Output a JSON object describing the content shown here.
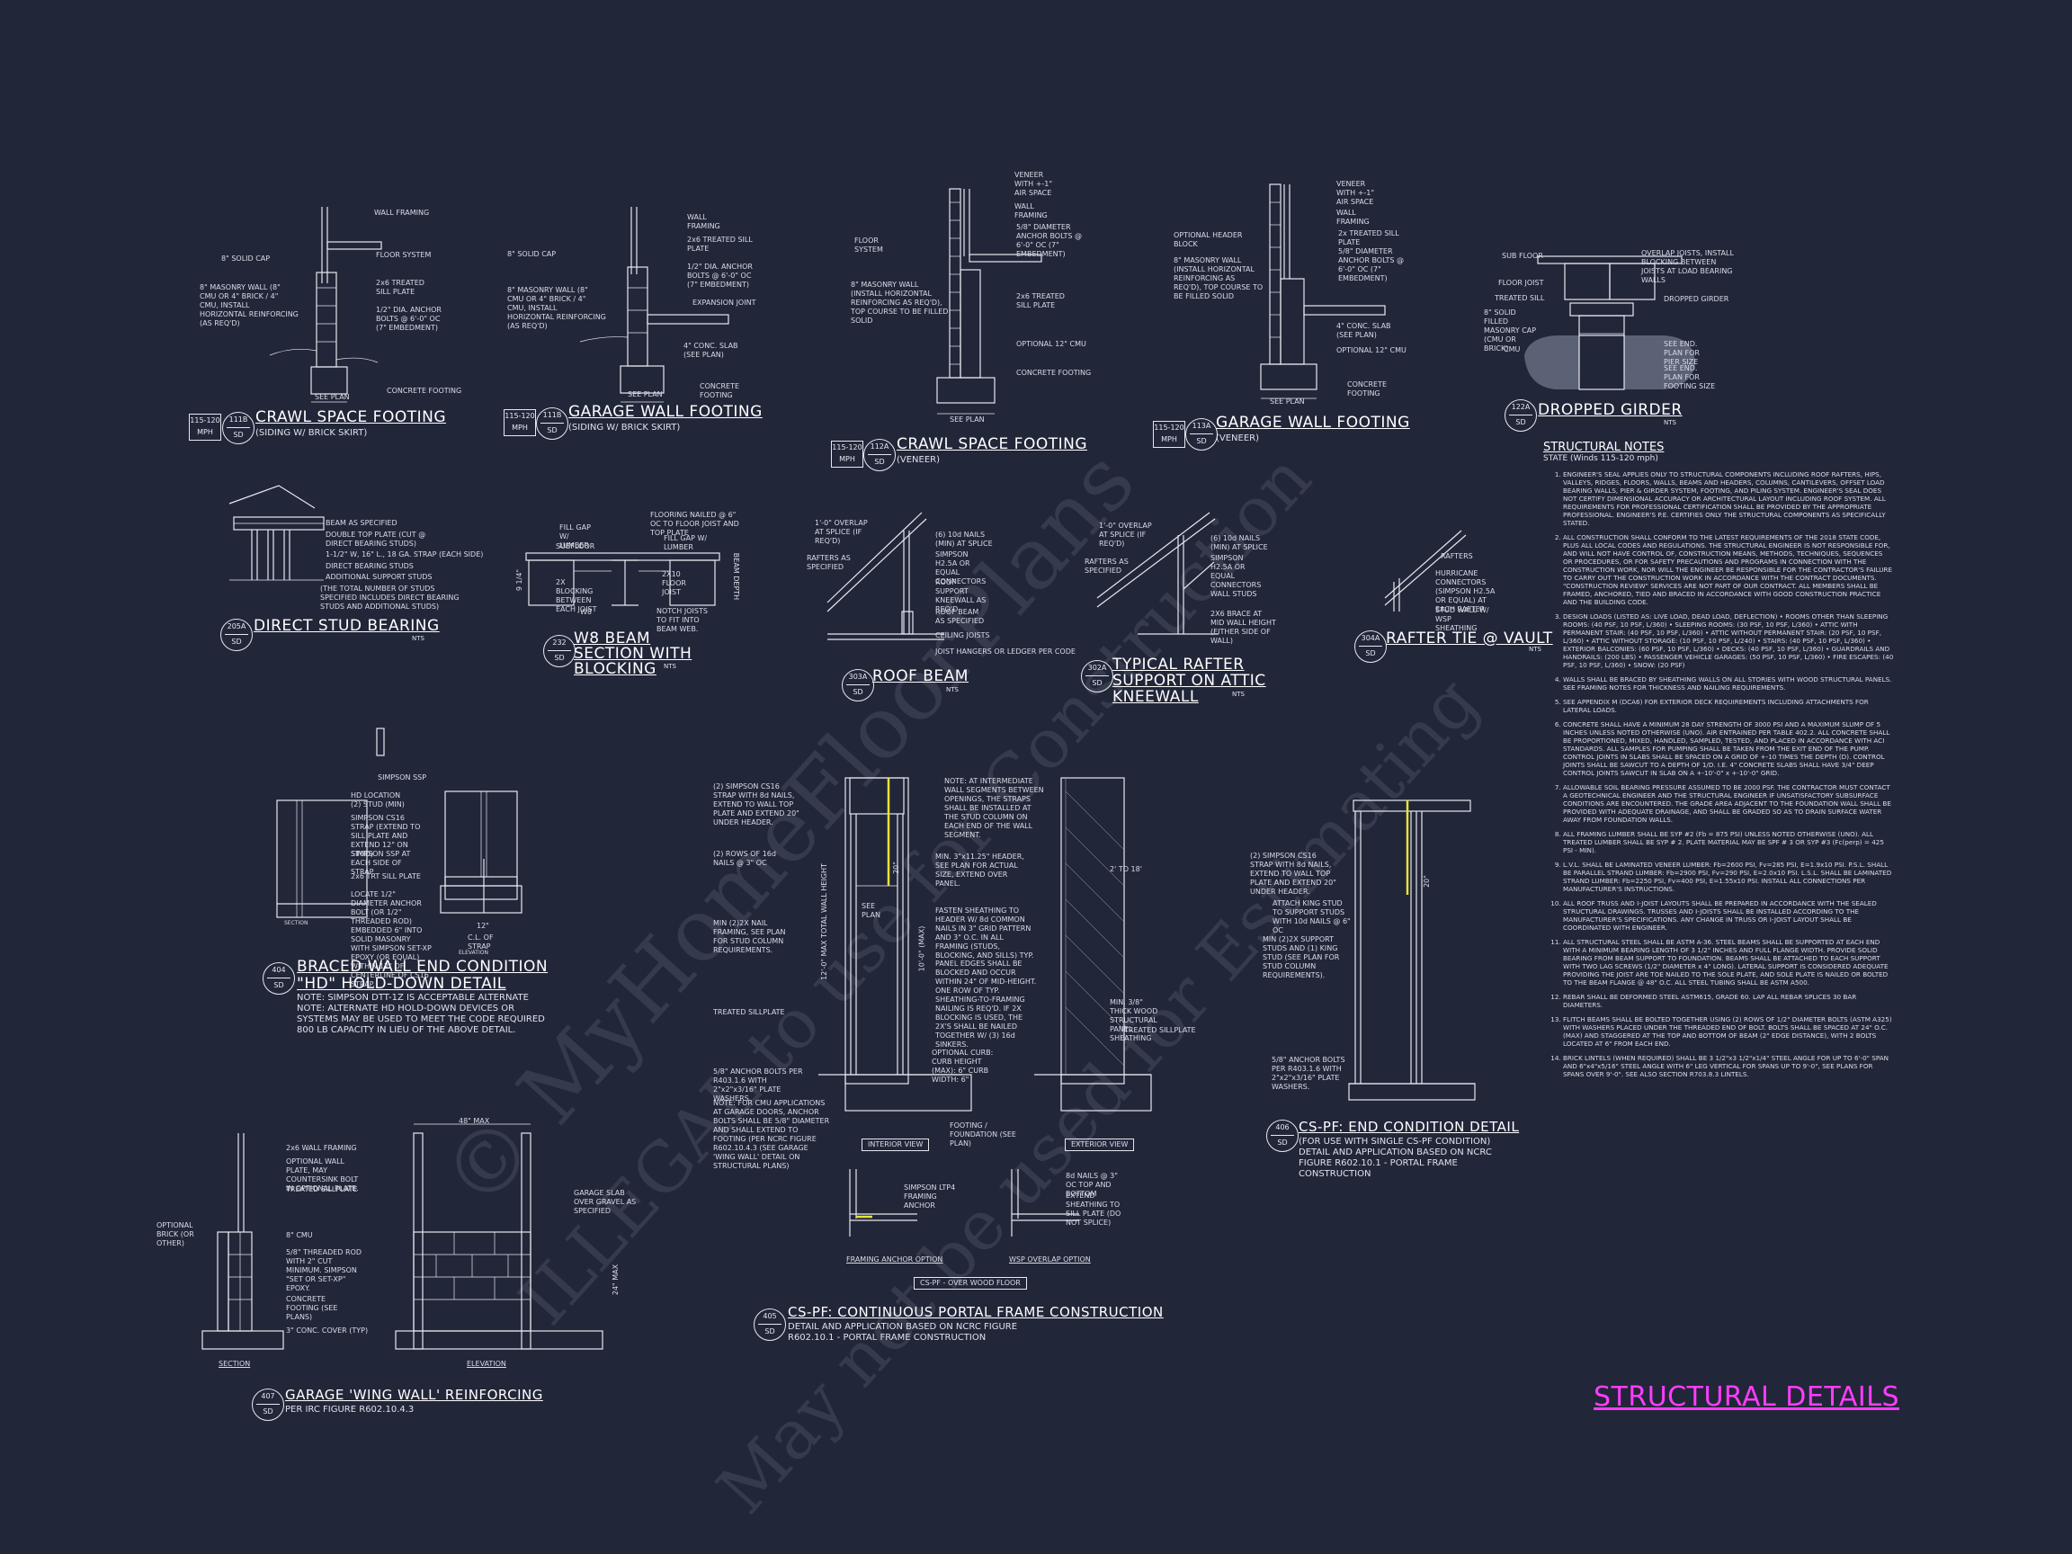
{
  "watermark": {
    "lines": [
      "© MyHomeFloorPlans",
      "ILLEGAL to use for Construction",
      "May not be used for Estimating"
    ]
  },
  "details": [
    {
      "id": "d1",
      "title": "CRAWL SPACE FOOTING",
      "subtitle": "(SIDING W/ BRICK SKIRT)",
      "tag_top": "111B",
      "tag_bottom": "SD",
      "mph_top": "115-120",
      "mph_bottom": "MPH",
      "notes": [
        "WALL FRAMING",
        "8\" SOLID CAP",
        "FLOOR SYSTEM",
        "8\" MASONRY WALL (8\" CMU OR 4\" BRICK / 4\" CMU, INSTALL HORIZONTAL REINFORCING (AS REQ'D)",
        "2x6 TREATED SILL PLATE",
        "1/2\" DIA. ANCHOR BOLTS @ 6'-0\" OC (7\" EMBEDMENT)",
        "CONCRETE FOOTING",
        "SEE PLAN",
        "SEE PLAN"
      ]
    },
    {
      "id": "d2",
      "title": "GARAGE WALL FOOTING",
      "subtitle": "(SIDING W/ BRICK SKIRT)",
      "tag_top": "111B",
      "tag_bottom": "SD",
      "mph_top": "115-120",
      "mph_bottom": "MPH",
      "notes": [
        "WALL FRAMING",
        "2x6 TREATED SILL PLATE",
        "8\" SOLID CAP",
        "1/2\" DIA. ANCHOR BOLTS @ 6'-0\" OC (7\" EMBEDMENT)",
        "8\" MASONRY WALL (8\" CMU OR 4\" BRICK / 4\" CMU, INSTALL HORIZONTAL REINFORCING (AS REQ'D)",
        "EXPANSION JOINT",
        "4\" CONC. SLAB (SEE PLAN)",
        "CONCRETE FOOTING",
        "SEE PLAN",
        "SEE PLAN"
      ]
    },
    {
      "id": "d3",
      "title": "CRAWL SPACE FOOTING",
      "subtitle": "(VENEER)",
      "tag_top": "112A",
      "tag_bottom": "SD",
      "mph_top": "115-120",
      "mph_bottom": "MPH",
      "notes": [
        "VENEER WITH +-1\" AIR SPACE",
        "WALL FRAMING",
        "FLOOR SYSTEM",
        "5/8\" DIAMETER ANCHOR BOLTS @ 6'-0\" OC (7\" EMBEDMENT)",
        "2x6 TREATED SILL PLATE",
        "8\" MASONRY WALL (INSTALL HORIZONTAL REINFORCING AS REQ'D), TOP COURSE TO BE FILLED SOLID",
        "OPTIONAL 12\" CMU",
        "CONCRETE FOOTING",
        "SEE PLAN",
        "SEE PLAN"
      ]
    },
    {
      "id": "d4",
      "title": "GARAGE WALL FOOTING",
      "subtitle": "(VENEER)",
      "tag_top": "113A",
      "tag_bottom": "SD",
      "mph_top": "115-120",
      "mph_bottom": "MPH",
      "notes": [
        "VENEER WITH +-1\" AIR SPACE",
        "WALL FRAMING",
        "OPTIONAL HEADER BLOCK",
        "2x TREATED SILL PLATE",
        "8\" MASONRY WALL (INSTALL HORIZONTAL REINFORCING AS REQ'D), TOP COURSE TO BE FILLED SOLID",
        "5/8\" DIAMETER ANCHOR BOLTS @ 6'-0\" OC (7\" EMBEDMENT)",
        "4\" CONC. SLAB (SEE PLAN)",
        "OPTIONAL 12\" CMU",
        "CONCRETE FOOTING",
        "SEE PLAN",
        "SEE PLAN"
      ]
    },
    {
      "id": "d5",
      "title": "DROPPED GIRDER",
      "subtitle": "NTS",
      "tag_top": "122A",
      "tag_bottom": "SD",
      "notes": [
        "SUB FLOOR",
        "FLOOR JOIST",
        "TREATED SILL",
        "8\" SOLID FILLED MASONRY CAP (CMU OR BRICK)",
        "CMU",
        "OVERLAP JOISTS, INSTALL BLOCKING BETWEEN JOISTS AT LOAD BEARING WALLS",
        "DROPPED GIRDER",
        "SEE END. PLAN FOR PIER SIZE",
        "SEE END. PLAN FOR FOOTING SIZE"
      ]
    },
    {
      "id": "d6",
      "title": "DIRECT STUD BEARING",
      "subtitle": "NTS",
      "tag_top": "205A",
      "tag_bottom": "SD",
      "notes": [
        "BEAM AS SPECIFIED",
        "DOUBLE TOP PLATE (CUT @ DIRECT BEARING STUDS)",
        "1-1/2\" W, 16\" L., 18 GA. STRAP (EACH SIDE)",
        "DIRECT BEARING STUDS",
        "ADDITIONAL SUPPORT STUDS",
        "(THE TOTAL NUMBER OF STUDS SPECIFIED INCLUDES DIRECT BEARING STUDS AND ADDITIONAL STUDS)"
      ]
    },
    {
      "id": "d7",
      "title": "W8 BEAM SECTION WITH BLOCKING",
      "subtitle": "NTS",
      "tag_top": "232",
      "tag_bottom": "SD",
      "notes": [
        "FLOORING NAILED @ 6\" OC TO FLOOR JOIST AND TOP PLATE",
        "FILL GAP W/ LUMBER",
        "SUBFLOOR",
        "2X BLOCKING BETWEEN EACH JOIST",
        "2X10 FLOOR JOIST",
        "W8",
        "NOTCH JOISTS TO FIT INTO BEAM WEB.",
        "FILL GAP W/ LUMBER",
        "BEAM DEPTH",
        "9 1/4\""
      ]
    },
    {
      "id": "d8",
      "title": "ROOF BEAM",
      "subtitle": "NTS",
      "tag_top": "303A",
      "tag_bottom": "SD",
      "notes": [
        "1'-0\" OVERLAP AT SPLICE (IF REQ'D)",
        "RAFTERS AS SPECIFIED",
        "(6) 10d NAILS (MIN) AT SPLICE",
        "SIMPSON H2.5A OR EQUAL CONNECTORS",
        "ROOF SUPPORT KNEEWALL AS REQ'D.",
        "ROOF BEAM AS SPECIFIED",
        "CEILING JOISTS",
        "JOIST HANGERS OR LEDGER PER CODE"
      ]
    },
    {
      "id": "d9",
      "title": "TYPICAL RAFTER SUPPORT ON ATTIC KNEEWALL",
      "subtitle": "NTS",
      "tag_top": "302A",
      "tag_bottom": "SD",
      "notes": [
        "1'-0\" OVERLAP AT SPLICE (IF REQ'D)",
        "RAFTERS AS SPECIFIED",
        "(6) 10d NAILS (MIN) AT SPLICE",
        "SIMPSON H2.5A OR EQUAL CONNECTORS",
        "WALL STUDS",
        "2X6 BRACE AT MID WALL HEIGHT (EITHER SIDE OF WALL)"
      ]
    },
    {
      "id": "d10",
      "title": "RAFTER TIE @ VAULT",
      "subtitle": "NTS",
      "tag_top": "304A",
      "tag_bottom": "SD",
      "notes": [
        "RAFTERS",
        "HURRICANE CONNECTORS (SIMPSON H2.5A OR EQUAL) AT EACH RAFTER",
        "STUD WALL W/ WSP SHEATHING"
      ]
    },
    {
      "id": "d11",
      "title": "BRACED WALL END CONDITION \"HD\" HOLD-DOWN DETAIL",
      "subtitle": "NOTE: SIMPSON DTT-1Z IS ACCEPTABLE ALTERNATE",
      "tag_top": "404",
      "tag_bottom": "SD",
      "notes": [
        "NOTE: ALTERNATE HD HOLD-DOWN DEVICES OR SYSTEMS MAY BE USED TO MEET THE CODE REQUIRED 800 LB CAPACITY IN LIEU OF THE ABOVE DETAIL.",
        "SIMPSON SSP",
        "HD LOCATION (2) STUD (MIN)",
        "SIMPSON CS16 STRAP (EXTEND TO SILL PLATE AND EXTEND 12\" ON STUD)",
        "SIMPSON SSP AT EACH SIDE OF STRAP",
        "2x6 TRT SILL PLATE",
        "LOCATE 1/2\" DIAMETER ANCHOR BOLT (OR 1/2\" THREADED ROD) EMBEDDED 6\" INTO SOLID MASONRY WITH SIMPSON SET-XP EPOXY (OR EQUAL) WITHIN 12\" OF CENTERLINE OF CS16 STRAP.",
        "SECTION",
        "ELEVATION",
        "12\"",
        "C.L. OF STRAP"
      ]
    },
    {
      "id": "d12",
      "title": "CS-PF: CONTINUOUS PORTAL FRAME CONSTRUCTION",
      "subtitle": "DETAIL AND APPLICATION BASED ON NCRC FIGURE R602.10.1 - PORTAL FRAME CONSTRUCTION",
      "tag_top": "405",
      "tag_bottom": "SD",
      "notes": [
        "(2) SIMPSON CS16 STRAP WITH 8d NAILS, EXTEND TO WALL TOP PLATE AND EXTEND 20\" UNDER HEADER.",
        "(2) ROWS OF 16d NAILS @ 3\" OC",
        "MIN (2)2X NAIL FRAMING, SEE PLAN FOR STUD COLUMN REQUIREMENTS.",
        "TREATED SILLPLATE",
        "5/8\" ANCHOR BOLTS PER R403.1.6 WITH 2\"x2\"x3/16\" PLATE WASHERS.",
        "NOTE: AT INTERMEDIATE WALL SEGMENTS BETWEEN OPENINGS, THE STRAPS SHALL BE INSTALLED AT THE STUD COLUMN ON EACH END OF THE WALL SEGMENT.",
        "MIN. 3\"x11.25\" HEADER, SEE PLAN FOR ACTUAL SIZE, EXTEND OVER PANEL.",
        "FASTEN SHEATHING TO HEADER W/ 8d COMMON NAILS IN 3\" GRID PATTERN AND 3\" O.C. IN ALL FRAMING (STUDS, BLOCKING, AND SILLS) TYP.",
        "PANEL EDGES SHALL BE BLOCKED AND OCCUR WITHIN 24\" OF MID-HEIGHT. ONE ROW OF TYP. SHEATHING-TO-FRAMING NAILING IS REQ'D. IF 2X BLOCKING IS USED, THE 2X'S SHALL BE NAILED TOGETHER W/ (3) 16d SINKERS.",
        "OPTIONAL CURB: CURB HEIGHT (MAX): 6\" CURB WIDTH: 6\"",
        "FOOTING / FOUNDATION (SEE PLAN)",
        "NOTE: FOR CMU APPLICATIONS AT GARAGE DOORS, ANCHOR BOLTS SHALL BE 5/8\" DIAMETER AND SHALL EXTEND TO FOOTING (PER NCRC FIGURE R602.10.4.3 (SEE GARAGE 'WING WALL' DETAIL ON STRUCTURAL PLANS)",
        "MIN. 3/8\" THICK WOOD STRUCTURAL PANEL SHEATHING",
        "TREATED SILLPLATE",
        "2' TO 18'",
        "20\"",
        "12'-0\" MAX TOTAL WALL HEIGHT",
        "10'-0\" (MAX)",
        "SEE PLAN",
        "INTERIOR VIEW",
        "EXTERIOR VIEW",
        "SIMPSON LTP4 FRAMING ANCHOR",
        "8d NAILS @ 3\" OC TOP AND BOTTOM",
        "EXTEND SHEATHING TO SILL PLATE (DO NOT SPLICE)",
        "FRAMING ANCHOR OPTION",
        "WSP OVERLAP OPTION",
        "CS-PF - OVER WOOD FLOOR"
      ]
    },
    {
      "id": "d13",
      "title": "CS-PF: END CONDITION DETAIL",
      "subtitle": "(FOR USE WITH SINGLE CS-PF CONDITION)",
      "tag_top": "406",
      "tag_bottom": "SD",
      "notes": [
        "DETAIL AND APPLICATION BASED ON NCRC FIGURE R602.10.1 - PORTAL FRAME CONSTRUCTION",
        "(2) SIMPSON CS16 STRAP WITH 8d NAILS, EXTEND TO WALL TOP PLATE AND EXTEND 20\" UNDER HEADER.",
        "ATTACH KING STUD TO SUPPORT STUDS WITH 10d NAILS @ 6\" OC",
        "MIN (2)2X SUPPORT STUDS AND (1) KING STUD (SEE PLAN FOR STUD COLUMN REQUIREMENTS).",
        "5/8\" ANCHOR BOLTS PER R403.1.6 WITH 2\"x2\"x3/16\" PLATE WASHERS.",
        "20\""
      ]
    },
    {
      "id": "d14",
      "title": "GARAGE 'WING WALL' REINFORCING",
      "subtitle": "PER IRC FIGURE R602.10.4.3",
      "tag_top": "407",
      "tag_bottom": "SD",
      "notes": [
        "2x6 WALL FRAMING",
        "OPTIONAL WALL PLATE, MAY COUNTERSINK BOLT IN OPTIONAL PLATE.",
        "TREATED SILLPLATE",
        "OPTIONAL BRICK (OR OTHER)",
        "8\" CMU",
        "5/8\" THREADED ROD WITH 2\" CUT MINIMUM. SIMPSON \"SET OR SET-XP\" EPOXY.",
        "CONCRETE FOOTING (SEE PLANS)",
        "3\" CONC. COVER (TYP)",
        "GARAGE SLAB OVER GRAVEL AS SPECIFIED",
        "48\" MAX",
        "24\" MAX",
        "SECTION",
        "ELEVATION"
      ]
    }
  ],
  "structural_notes": {
    "heading": "STRUCTURAL NOTES",
    "state": "STATE (Winds 115-120 mph)",
    "items": [
      "ENGINEER'S SEAL APPLIES ONLY TO STRUCTURAL COMPONENTS INCLUDING ROOF RAFTERS, HIPS, VALLEYS, RIDGES, FLOORS, WALLS, BEAMS AND HEADERS, COLUMNS, CANTILEVERS, OFFSET LOAD BEARING WALLS, PIER & GIRDER SYSTEM, FOOTING, AND PILING SYSTEM. ENGINEER'S SEAL DOES NOT CERTIFY DIMENSIONAL ACCURACY OR ARCHITECTURAL LAYOUT INCLUDING ROOF SYSTEM. ALL REQUIREMENTS FOR PROFESSIONAL CERTIFICATION SHALL BE PROVIDED BY THE APPROPRIATE PROFESSIONAL. ENGINEER'S P.E. CERTIFIES ONLY THE STRUCTURAL COMPONENTS AS SPECIFICALLY STATED.",
      "ALL CONSTRUCTION SHALL CONFORM TO THE LATEST REQUIREMENTS OF THE 2018 STATE CODE, PLUS ALL LOCAL CODES AND REGULATIONS. THE STRUCTURAL ENGINEER IS NOT RESPONSIBLE FOR, AND WILL NOT HAVE CONTROL OF, CONSTRUCTION MEANS, METHODS, TECHNIQUES, SEQUENCES OR PROCEDURES, OR FOR SAFETY PRECAUTIONS AND PROGRAMS IN CONNECTION WITH THE CONSTRUCTION WORK, NOR WILL THE ENGINEER BE RESPONSIBLE FOR THE CONTRACTOR'S FAILURE TO CARRY OUT THE CONSTRUCTION WORK IN ACCORDANCE WITH THE CONTRACT DOCUMENTS. \"CONSTRUCTION REVIEW\" SERVICES ARE NOT PART OF OUR CONTRACT. ALL MEMBERS SHALL BE FRAMED, ANCHORED, TIED AND BRACED IN ACCORDANCE WITH GOOD CONSTRUCTION PRACTICE AND THE BUILDING CODE.",
      "DESIGN LOADS (LISTED AS: LIVE LOAD, DEAD LOAD, DEFLECTION) • ROOMS OTHER THAN SLEEPING ROOMS: (40 PSF, 10 PSF, L/360) • SLEEPING ROOMS: (30 PSF, 10 PSF, L/360) • ATTIC WITH PERMANENT STAIR: (40 PSF, 10 PSF, L/360) • ATTIC WITHOUT PERMANENT STAIR: (20 PSF, 10 PSF, L/360) • ATTIC WITHOUT STORAGE: (10 PSF, 10 PSF, L/240) • STAIRS: (40 PSF, 10 PSF, L/360) • EXTERIOR BALCONIES: (60 PSF, 10 PSF, L/360) • DECKS: (40 PSF, 10 PSF, L/360) • GUARDRAILS AND HANDRAILS: (200 LBS) • PASSENGER VEHICLE GARAGES: (50 PSF, 10 PSF, L/360) • FIRE ESCAPES: (40 PSF, 10 PSF, L/360) • SNOW: (20 PSF)",
      "WALLS SHALL BE BRACED BY SHEATHING WALLS ON ALL STORIES WITH WOOD STRUCTURAL PANELS. SEE FRAMING NOTES FOR THICKNESS AND NAILING REQUIREMENTS.",
      "SEE APPENDIX M (DCA6) FOR EXTERIOR DECK REQUIREMENTS INCLUDING ATTACHMENTS FOR LATERAL LOADS.",
      "CONCRETE SHALL HAVE A MINIMUM 28 DAY STRENGTH OF 3000 PSI AND A MAXIMUM SLUMP OF 5 INCHES UNLESS NOTED OTHERWISE (UNO). AIR ENTRAINED PER TABLE 402.2. ALL CONCRETE SHALL BE PROPORTIONED, MIXED, HANDLED, SAMPLED, TESTED, AND PLACED IN ACCORDANCE WITH ACI STANDARDS. ALL SAMPLES FOR PUMPING SHALL BE TAKEN FROM THE EXIT END OF THE PUMP. CONTROL JOINTS IN SLABS SHALL BE SPACED ON A GRID OF +-10 TIMES THE DEPTH (D). CONTROL JOINTS SHALL BE SAWCUT TO A DEPTH OF 1/D. I.E. 4\" CONCRETE SLABS SHALL HAVE 3/4\" DEEP CONTROL JOINTS SAWCUT IN SLAB ON A +-10'-0\" x +-10'-0\" GRID.",
      "ALLOWABLE SOIL BEARING PRESSURE ASSUMED TO BE 2000 PSF. THE CONTRACTOR MUST CONTACT A GEOTECHNICAL ENGINEER AND THE STRUCTURAL ENGINEER IF UNSATISFACTORY SUBSURFACE CONDITIONS ARE ENCOUNTERED. THE GRADE AREA ADJACENT TO THE FOUNDATION WALL SHALL BE PROVIDED WITH ADEQUATE DRAINAGE, AND SHALL BE GRADED SO AS TO DRAIN SURFACE WATER AWAY FROM FOUNDATION WALLS.",
      "ALL FRAMING LUMBER SHALL BE SYP #2 (Fb = 875 PSI) UNLESS NOTED OTHERWISE (UNO). ALL TREATED LUMBER SHALL BE SYP # 2. PLATE MATERIAL MAY BE SPF # 3 OR SYP #3 (Fc(perp) = 425 PSI - MIN).",
      "L.V.L. SHALL BE LAMINATED VENEER LUMBER: Fb=2600 PSI, Fv=285 PSI, E=1.9x10 PSI. P.S.L. SHALL BE PARALLEL STRAND LUMBER: Fb=2900 PSI, Fv=290 PSI, E=2.0x10 PSI. L.S.L. SHALL BE LAMINATED STRAND LUMBER: Fb=2250 PSI, Fv=400 PSI, E=1.55x10 PSI. INSTALL ALL CONNECTIONS PER MANUFACTURER'S INSTRUCTIONS.",
      "ALL ROOF TRUSS AND I-JOIST LAYOUTS SHALL BE PREPARED IN ACCORDANCE WITH THE SEALED STRUCTURAL DRAWINGS. TRUSSES AND I-JOISTS SHALL BE INSTALLED ACCORDING TO THE MANUFACTURER'S SPECIFICATIONS. ANY CHANGE IN TRUSS OR I-JOIST LAYOUT SHALL BE COORDINATED WITH ENGINEER.",
      "ALL STRUCTURAL STEEL SHALL BE ASTM A-36. STEEL BEAMS SHALL BE SUPPORTED AT EACH END WITH A MINIMUM BEARING LENGTH OF 3 1/2\" INCHES AND FULL FLANGE WIDTH. PROVIDE SOLID BEARING FROM BEAM SUPPORT TO FOUNDATION. BEAMS SHALL BE ATTACHED TO EACH SUPPORT WITH TWO LAG SCREWS (1/2\" DIAMETER x 4\" LONG). LATERAL SUPPORT IS CONSIDERED ADEQUATE PROVIDING THE JOIST ARE TOE NAILED TO THE SOLE PLATE, AND SOLE PLATE IS NAILED OR BOLTED TO THE BEAM FLANGE @ 48\" O.C. ALL STEEL TUBING SHALL BE ASTM A500.",
      "REBAR SHALL BE DEFORMED STEEL ASTM615, GRADE 60. LAP ALL REBAR SPLICES 30 BAR DIAMETERS.",
      "FLITCH BEAMS SHALL BE BOLTED TOGETHER USING (2) ROWS OF 1/2\" DIAMETER BOLTS (ASTM A325) WITH WASHERS PLACED UNDER THE THREADED END OF BOLT. BOLTS SHALL BE SPACED AT 24\" O.C. (MAX) AND STAGGERED AT THE TOP AND BOTTOM OF BEAM (2\" EDGE DISTANCE), WITH 2 BOLTS LOCATED AT 6\" FROM EACH END.",
      "BRICK LINTELS (WHEN REQUIRED) SHALL BE 3 1/2\"x3 1/2\"x1/4\" STEEL ANGLE FOR UP TO 6'-0\" SPAN AND 6\"x4\"x5/16\" STEEL ANGLE WITH 6\" LEG VERTICAL FOR SPANS UP TO 9'-0\", SEE PLANS FOR SPANS OVER 9'-0\". SEE ALSO SECTION R703.8.3 LINTELS."
    ]
  },
  "sheet_title": "STRUCTURAL DETAILS",
  "colors": {
    "background": "#222639",
    "linework": "#e6e8ef",
    "accent": "#ff3cff",
    "highlight": "#e8e23a"
  }
}
